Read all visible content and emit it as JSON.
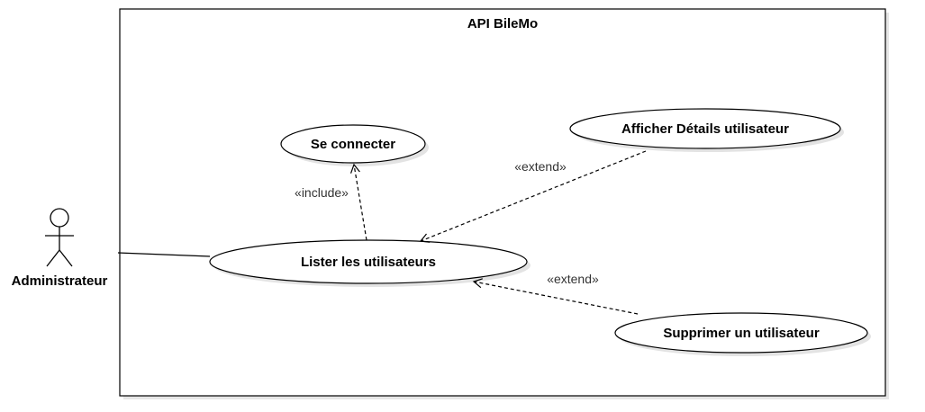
{
  "system": {
    "title": "API BileMo"
  },
  "actor": {
    "name": "Administrateur",
    "icon": "stick-figure-icon"
  },
  "use_cases": {
    "login": "Se connecter",
    "list_users": "Lister les utilisateurs",
    "show_user_details": "Afficher Détails utilisateur",
    "delete_user": "Supprimer un utilisateur"
  },
  "relations": {
    "include_label": "«include»",
    "extend_details_label": "«extend»",
    "extend_delete_label": "«extend»"
  },
  "colors": {
    "stroke": "#000000",
    "shadow": "#e3e3e3",
    "text_secondary": "#333333"
  }
}
